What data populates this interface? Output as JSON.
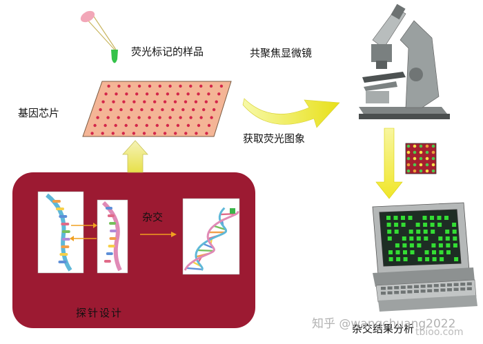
{
  "labels": {
    "fluorescent_sample": "荧光标记的样品",
    "confocal_microscope": "共聚焦显微镜",
    "gene_chip": "基因芯片",
    "acquire_image": "获取荧光图象",
    "hybridization": "杂交",
    "probe_design": "探针设计",
    "result_analysis": "杂交结果分析"
  },
  "watermark": {
    "text": "知乎 @wangchuang2022",
    "site": "tbioo.com"
  },
  "colors": {
    "panel": "#9c1a32",
    "chip": "#f4b596",
    "dot": "#d3264a",
    "arrow_yellow": "#f2ef1e",
    "monitor_green": "#33dd33",
    "dna_blue": "#5fb8d8",
    "dna_pink": "#e08ab6"
  }
}
